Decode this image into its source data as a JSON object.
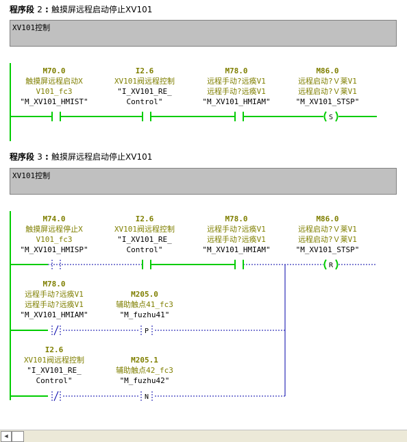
{
  "segments": [
    {
      "title_prefix": "程序段",
      "number": "2",
      "description": "触摸屏远程启动停止XV101",
      "comment": "XV101控制",
      "elements": [
        {
          "addr": "M70.0",
          "comment1": "触摸屏远程启动X",
          "comment2": "V101_fc3",
          "symbol": "\"M_XV101_HMIST\"",
          "type": "NO"
        },
        {
          "addr": "I2.6",
          "comment1": "XV101阀远程控制",
          "comment2": "\"I_XV101_RE_",
          "symbol": "Control\"",
          "type": "NO"
        },
        {
          "addr": "M78.0",
          "comment1": "远程手动?远痪V1",
          "comment2": "远程手动?远痪V1",
          "symbol": "\"M_XV101_HMIAM\"",
          "type": "NO"
        },
        {
          "addr": "M86.0",
          "comment1": "远程启动?Ｖ莱V1",
          "comment2": "远程启动?Ｖ莱V1",
          "symbol": "\"M_XV101_STSP\"",
          "type": "S"
        }
      ]
    },
    {
      "title_prefix": "程序段",
      "number": "3",
      "description": "触摸屏远程启动停止XV101",
      "comment": "XV101控制",
      "elements": [
        {
          "addr": "M74.0",
          "comment1": "触摸屏远程停止X",
          "comment2": "V101_fc3",
          "symbol": "\"M_XV101_HMISP\"",
          "type": "NO"
        },
        {
          "addr": "I2.6",
          "comment1": "XV101阀远程控制",
          "comment2": "\"I_XV101_RE_",
          "symbol": "Control\"",
          "type": "NO"
        },
        {
          "addr": "M78.0",
          "comment1": "远程手动?远痪V1",
          "comment2": "远程手动?远痪V1",
          "symbol": "\"M_XV101_HMIAM\"",
          "type": "NO"
        },
        {
          "addr": "M86.0",
          "comment1": "远程启动?Ｖ莱V1",
          "comment2": "远程启动?Ｖ莱V1",
          "symbol": "\"M_XV101_STSP\"",
          "type": "R"
        },
        {
          "addr": "M78.0",
          "comment1": "远程手动?远痪V1",
          "comment2": "远程手动?远痪V1",
          "symbol": "\"M_XV101_HMIAM\"",
          "type": "NC"
        },
        {
          "addr": "M205.0",
          "comment1": "辅助触点41_fc3",
          "comment2": "",
          "symbol": "\"M_fuzhu41\"",
          "type": "P"
        },
        {
          "addr": "I2.6",
          "comment1": "XV101阀远程控制",
          "comment2": "\"I_XV101_RE_",
          "symbol": "Control\"",
          "type": "NC"
        },
        {
          "addr": "M205.1",
          "comment1": "辅助触点42_fc3",
          "comment2": "",
          "symbol": "\"M_fuzhu42\"",
          "type": "N"
        }
      ]
    }
  ],
  "colors": {
    "power_flow": "#00cc00",
    "no_flow": "#0000aa",
    "address": "#7f7f00",
    "comment_bg": "#c0c0c0"
  }
}
